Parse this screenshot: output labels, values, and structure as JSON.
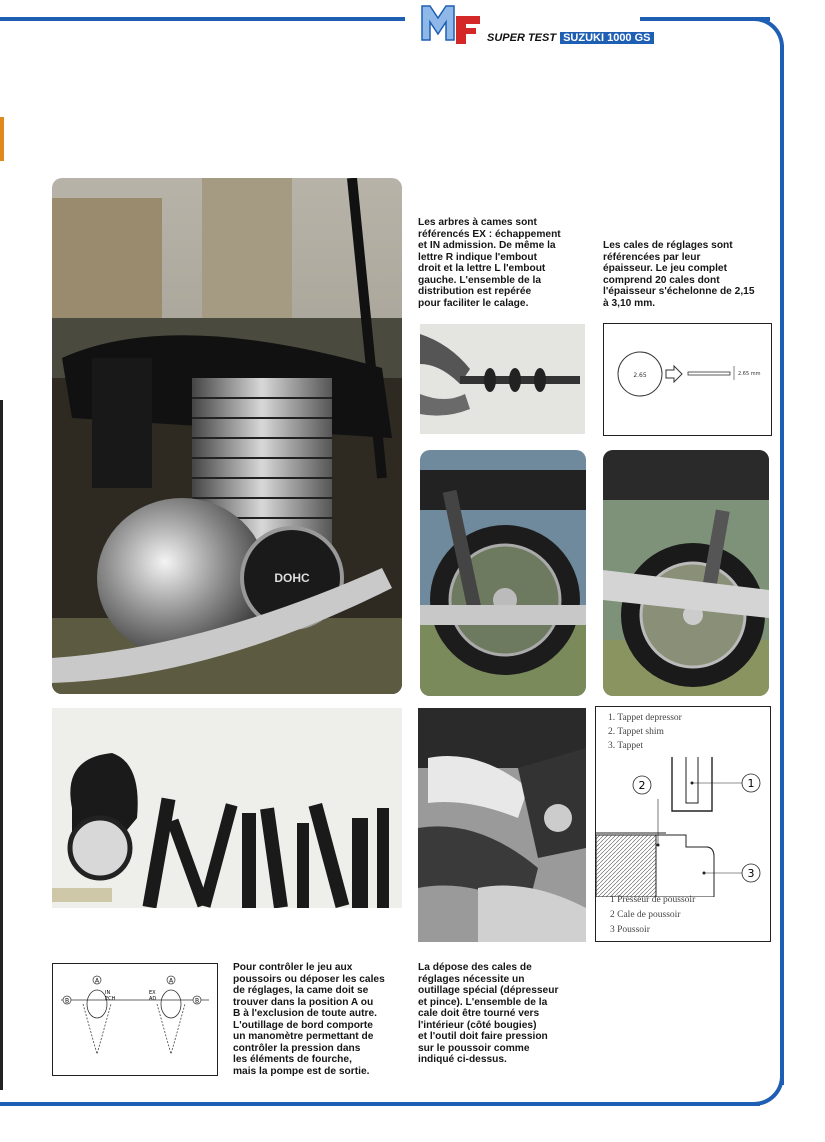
{
  "header": {
    "logo_text": "MF",
    "super_test": "SUPER TEST",
    "model": "SUZUKI 1000 GS"
  },
  "captions": {
    "camshafts": [
      "Les arbres à cames sont",
      "référencés EX : échappement",
      "et IN admission. De même la",
      "lettre R indique l'embout",
      "droit et la lettre L l'embout",
      "gauche. L'ensemble de la",
      "distribution est repérée",
      "pour faciliter le calage."
    ],
    "shims": [
      "Les cales de réglages sont",
      "référencées par leur",
      "épaisseur. Le jeu complet",
      "comprend 20 cales dont",
      "l'épaisseur s'échelonne de 2,15",
      "à 3,10 mm."
    ],
    "control": [
      "Pour contrôler le jeu aux",
      "poussoirs ou déposer les cales",
      "de réglages, la came doit se",
      "trouver dans la position A ou",
      "B à l'exclusion de toute autre.",
      "L'outillage de bord comporte",
      "un manomètre permettant de",
      "contrôler la pression dans",
      "les éléments de fourche,",
      "mais la pompe est de sortie."
    ],
    "removal": [
      "La dépose des cales de",
      "réglages nécessite un",
      "outillage spécial (dépresseur",
      "et pince). L'ensemble de la",
      "cale doit être tourné vers",
      "l'intérieur (côté bougies)",
      "et l'outil doit faire pression",
      "sur le poussoir comme",
      "indiqué ci-dessus."
    ]
  },
  "shim_diagram": {
    "circle_label": "2.65",
    "dim_label": "2.65 mm"
  },
  "tappet_diagram": {
    "top_legend": [
      "1.   Tappet depressor",
      "2.   Tappet shim",
      "3.   Tappet"
    ],
    "callouts": [
      "1",
      "2",
      "3"
    ],
    "bottom_legend": [
      "1    Presseur de poussoir",
      "2    Cale de poussoir",
      "3    Poussoir"
    ]
  },
  "cam_diagram": {
    "marks": [
      "A",
      "B",
      "A",
      "B"
    ],
    "in_label": [
      "IN",
      "ECH"
    ],
    "ex_label": [
      "EX",
      "AD"
    ]
  },
  "engine_badge": "DOHC"
}
